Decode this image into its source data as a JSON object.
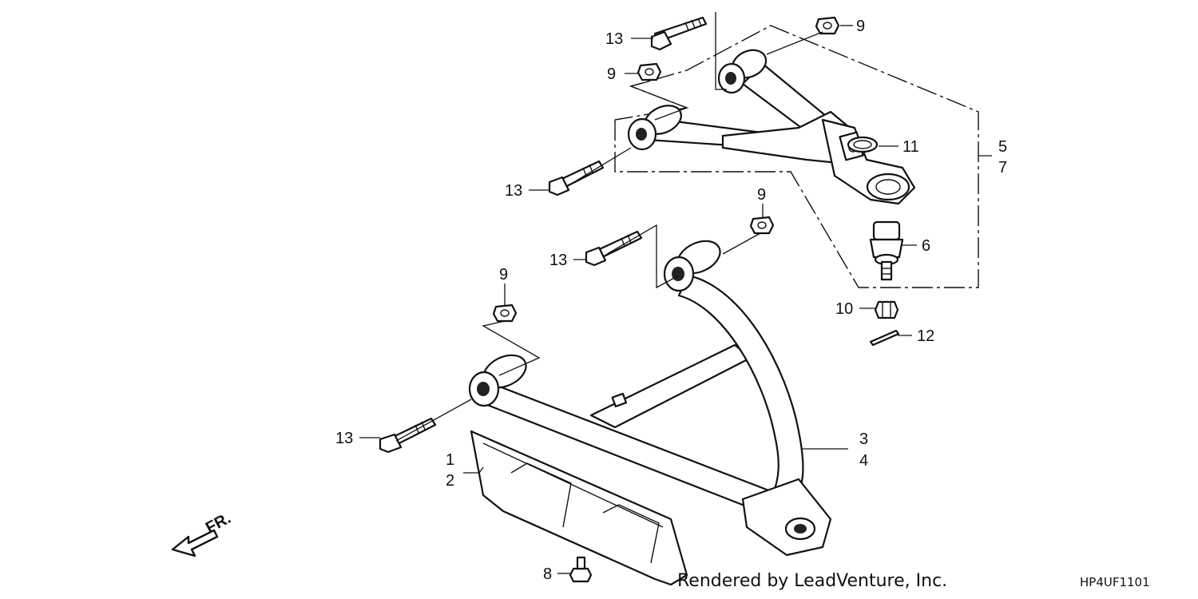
{
  "diagram": {
    "direction_marker": "FR.",
    "footer_credit": "Rendered by LeadVenture, Inc.",
    "diagram_code": "HP4UF1101",
    "callouts": {
      "c1": "1",
      "c2": "2",
      "c3": "3",
      "c4": "4",
      "c5": "5",
      "c6": "6",
      "c7": "7",
      "c8": "8",
      "c9a": "9",
      "c9b": "9",
      "c9c": "9",
      "c9d": "9",
      "c10": "10",
      "c11": "11",
      "c12": "12",
      "c13a": "13",
      "c13b": "13",
      "c13c": "13",
      "c13d": "13"
    }
  }
}
